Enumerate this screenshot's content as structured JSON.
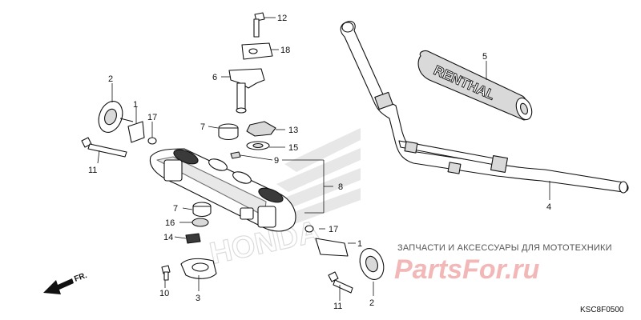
{
  "callouts": [
    {
      "label": "12"
    },
    {
      "label": "18"
    },
    {
      "label": "6"
    },
    {
      "label": "2"
    },
    {
      "label": "1"
    },
    {
      "label": "17"
    },
    {
      "label": "7"
    },
    {
      "label": "13"
    },
    {
      "label": "15"
    },
    {
      "label": "9"
    },
    {
      "label": "11"
    },
    {
      "label": "8"
    },
    {
      "label": "5"
    },
    {
      "label": "4"
    },
    {
      "label": "7"
    },
    {
      "label": "16"
    },
    {
      "label": "14"
    },
    {
      "label": "17"
    },
    {
      "label": "1"
    },
    {
      "label": "10"
    },
    {
      "label": "3"
    },
    {
      "label": "11"
    },
    {
      "label": "2"
    }
  ],
  "grip_brand": "RENTHAL",
  "watermark": {
    "tagline": "ЗАПЧАСТИ И АКСЕССУАРЫ ДЛЯ МОТОТЕХНИКИ",
    "brand": "PartsFor.ru",
    "bg_logo": "HONDA"
  },
  "direction_label": "FR.",
  "diagram_code": "KSC8F0500",
  "colors": {
    "line": "#111111",
    "watermark_red": "#f2b8b8",
    "watermark_gray": "#d0d0d0"
  }
}
